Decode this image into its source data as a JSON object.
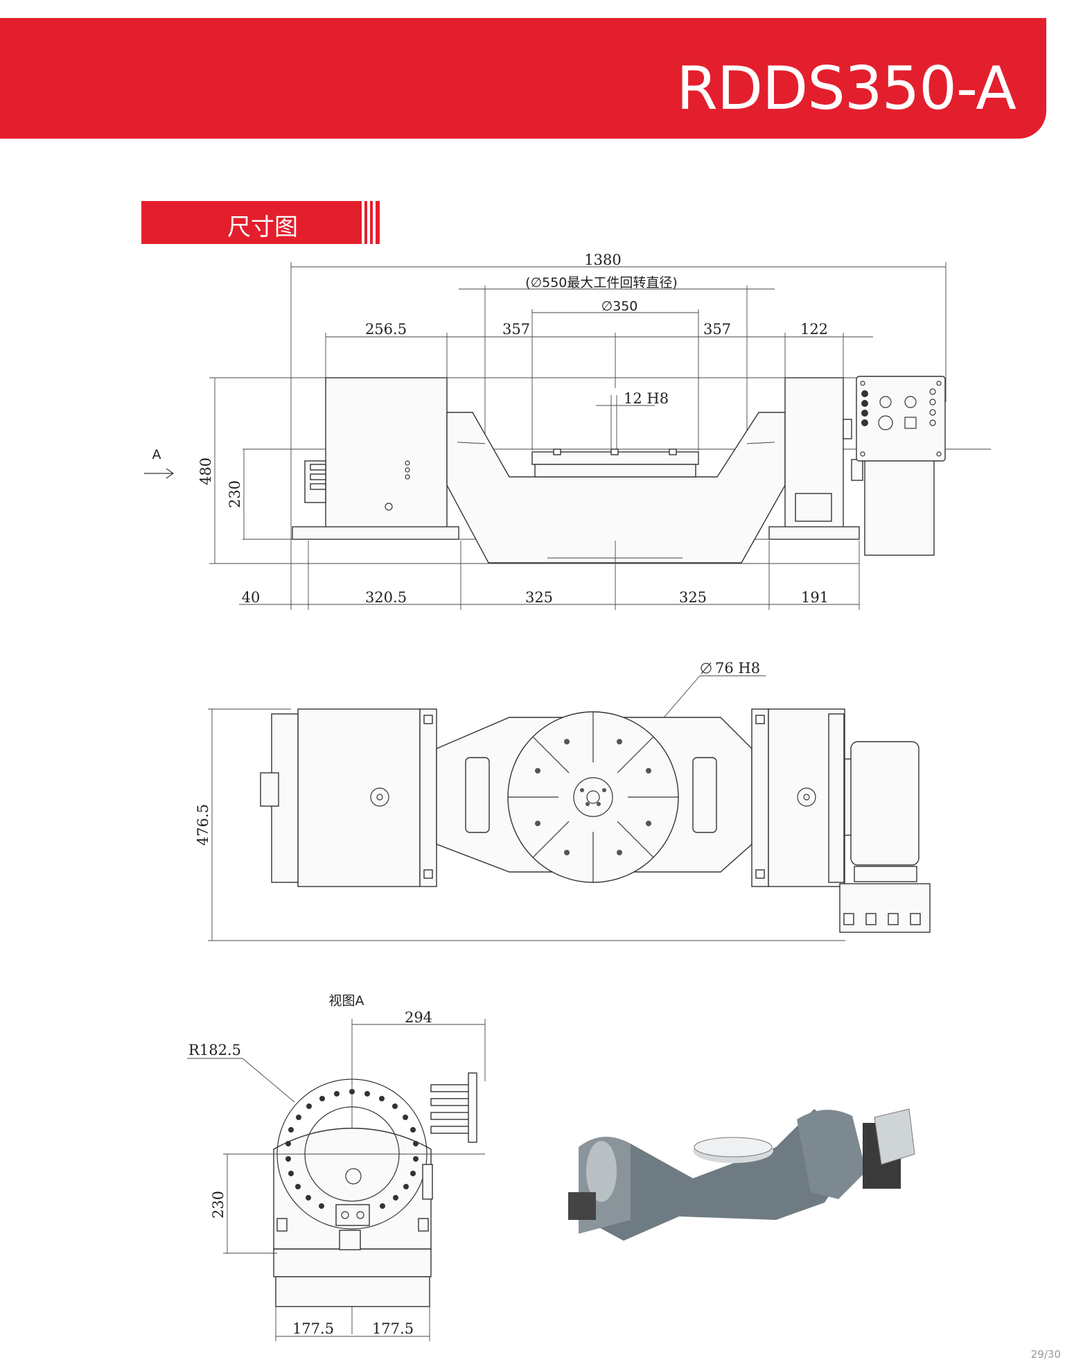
{
  "header": {
    "model": "RDDS350-A",
    "color": "#e41f2d"
  },
  "section": {
    "title": "尺寸图"
  },
  "front_view": {
    "overall_width": "1380",
    "max_swing": "(∅550最大工件回转直径)",
    "table_dia": "∅350",
    "slot": "12 H8",
    "top_dims": [
      "256.5",
      "357",
      "357",
      "122"
    ],
    "bottom_dims": [
      "40",
      "320.5",
      "325",
      "325",
      "191"
    ],
    "height": "480",
    "center_height": "230",
    "view_arrow": "A"
  },
  "top_view": {
    "bore": "76 H8",
    "depth": "476.5"
  },
  "side_view": {
    "title": "视图A",
    "offset": "294",
    "radius": "R182.5",
    "center_height": "230",
    "half_widths": [
      "177.5",
      "177.5"
    ]
  },
  "page": {
    "number": "29/30"
  }
}
